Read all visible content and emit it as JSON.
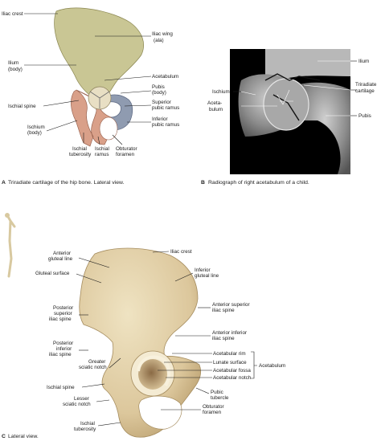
{
  "panel_a": {
    "letter": "A",
    "caption": "Triradiate cartilage of the hip bone. Lateral view.",
    "labels": {
      "iliac_crest": "Iliac crest",
      "iliac_wing_1": "Iliac wing",
      "iliac_wing_2": "(ala)",
      "ilium_1": "Ilium",
      "ilium_2": "(body)",
      "acetabulum": "Acetabulum",
      "pubis_1": "Pubis",
      "pubis_2": "(body)",
      "sup_pubic_1": "Superior",
      "sup_pubic_2": "pubic ramus",
      "ischial_spine": "Ischial spine",
      "inf_pubic_1": "Inferior",
      "inf_pubic_2": "pubic ramus",
      "ischium_1": "Ischium",
      "ischium_2": "(body)",
      "ischial_tub_1": "Ischial",
      "ischial_tub_2": "tuberosity",
      "ischial_ramus_1": "Ischial",
      "ischial_ramus_2": "ramus",
      "obturator_1": "Obturator",
      "obturator_2": "foramen"
    }
  },
  "panel_b": {
    "letter": "B",
    "caption": "Radiograph of right acetabulum of a child.",
    "labels": {
      "ilium": "Ilium",
      "ischium": "Ischium",
      "triradiate_1": "Triradiate",
      "triradiate_2": "cartilage",
      "acetabulum_1": "Aceta-",
      "acetabulum_2": "bulum",
      "pubis": "Pubis"
    }
  },
  "panel_c": {
    "letter": "C",
    "caption": "Lateral view.",
    "labels": {
      "iliac_crest": "Iliac crest",
      "anterior_gluteal_1": "Anterior",
      "anterior_gluteal_2": "gluteal line",
      "inferior_gluteal_1": "Inferior",
      "inferior_gluteal_2": "gluteal line",
      "gluteal_surface": "Gluteal surface",
      "asis_1": "Anterior superior",
      "asis_2": "iliac spine",
      "psis_1": "Posterior",
      "psis_2": "superior",
      "psis_3": "iliac spine",
      "aiis_1": "Anterior inferior",
      "aiis_2": "iliac spine",
      "piis_1": "Posterior",
      "piis_2": "inferior",
      "piis_3": "iliac spine",
      "acetabular_rim": "Acetabular rim",
      "lunate_surface": "Lunate surface",
      "acetabular_fossa": "Acetabular fossa",
      "acetabular_notch": "Acetabular notch",
      "acetabulum": "Acetabulum",
      "greater_sciatic_1": "Greater",
      "greater_sciatic_2": "sciatic notch",
      "ischial_spine": "Ischial spine",
      "pubic_tubercle_1": "Pubic",
      "pubic_tubercle_2": "tubercle",
      "lesser_sciatic_1": "Lesser",
      "lesser_sciatic_2": "sciatic notch",
      "obturator_1": "Obturator",
      "obturator_2": "foramen",
      "ischial_tub_1": "Ischial",
      "ischial_tub_2": "tuberosity"
    }
  },
  "colors": {
    "ilium": "#c9c694",
    "ischium": "#d9a089",
    "pubis": "#8f9bb0",
    "bone": "#e3d3ad",
    "bone_shade": "#c8b487",
    "xray_bg": "#000000",
    "xray_bone": "#9a9a9a"
  }
}
